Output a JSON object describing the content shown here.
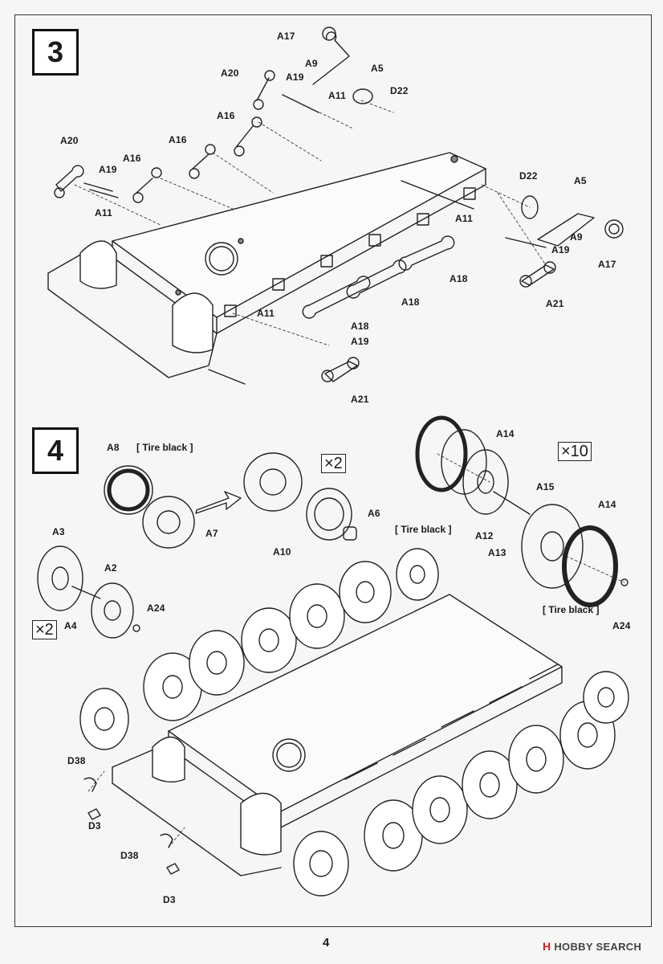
{
  "page": {
    "number": "4",
    "watermark_brand": "HOBBY SEARCH",
    "watermark_symbol": "H"
  },
  "step3": {
    "number": "3",
    "labels": {
      "A17_top": "A17",
      "A9_top": "A9",
      "A5_top": "A5",
      "A20_top": "A20",
      "A19_top": "A19",
      "A11_top": "A11",
      "D22_top": "D22",
      "A16_a": "A16",
      "A16_b": "A16",
      "A20_left": "A20",
      "A16_c": "A16",
      "A19_left": "A19",
      "A11_left": "A11",
      "D22_right": "D22",
      "A5_right": "A5",
      "A11_right": "A11",
      "A9_right": "A9",
      "A19_right": "A19",
      "A17_right": "A17",
      "A18_a": "A18",
      "A18_b": "A18",
      "A21_right": "A21",
      "A11_mid": "A11",
      "A18_c": "A18",
      "A19_mid": "A19",
      "A21_bottom": "A21"
    }
  },
  "step4": {
    "number": "4",
    "labels": {
      "A8": "A8",
      "A7": "A7",
      "A6": "A6",
      "A10": "A10",
      "A14_top": "A14",
      "A15": "A15",
      "A12": "A12",
      "A13": "A13",
      "A14_right": "A14",
      "A24_right": "A24",
      "A3": "A3",
      "A2": "A2",
      "A4": "A4",
      "A24_left": "A24",
      "D38_a": "D38",
      "D3_a": "D3",
      "D38_b": "D38",
      "D3_b": "D3"
    },
    "notes": {
      "tire_black_1": "[ Tire black ]",
      "tire_black_2": "[ Tire black ]",
      "tire_black_3": "[ Tire black ]"
    },
    "multipliers": {
      "sprocket": "×2",
      "roadwheel": "×10",
      "idler": "×2"
    }
  }
}
